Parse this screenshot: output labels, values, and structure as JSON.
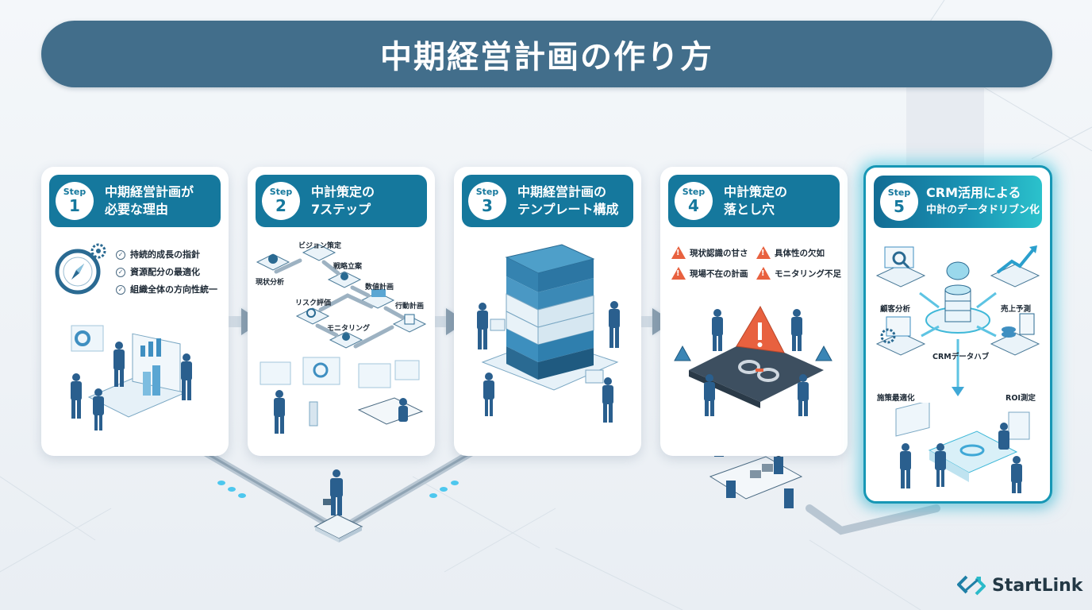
{
  "header": {
    "title": "中期経営計画の作り方"
  },
  "steps": [
    {
      "step_word": "Step",
      "number": "1",
      "title_line1": "中期経営計画が",
      "title_line2": "必要な理由",
      "points": [
        "持続的成長の指針",
        "資源配分の最適化",
        "組織全体の方向性統一"
      ]
    },
    {
      "step_word": "Step",
      "number": "2",
      "title_line1": "中計策定の",
      "title_line2": "7ステップ",
      "flow": [
        "現状分析",
        "ビジョン策定",
        "戦略立案",
        "数値計画",
        "行動計画",
        "リスク評価",
        "モニタリング"
      ]
    },
    {
      "step_word": "Step",
      "number": "3",
      "title_line1": "中期経営計画の",
      "title_line2": "テンプレート構成",
      "layers": 6
    },
    {
      "step_word": "Step",
      "number": "4",
      "title_line1": "中計策定の",
      "title_line2": "落とし穴",
      "pitfalls": [
        "現状認識の甘さ",
        "具体性の欠如",
        "現場不在の計画",
        "モニタリング不足"
      ]
    },
    {
      "step_word": "Step",
      "number": "5",
      "title_line1": "CRM活用による",
      "title_line2": "中計のデータドリブン化",
      "hub": "CRMデータハブ",
      "hub_items": [
        "顧客分析",
        "売上予測",
        "施策最適化",
        "ROI測定"
      ]
    }
  ],
  "icons": {
    "check": "✓",
    "warning": "!"
  },
  "colors": {
    "title_bar": "#426e8b",
    "step_header": "#15789d",
    "highlight_glow": "#3cc8e1",
    "warning": "#e8613f"
  },
  "brand": {
    "name": "StartLink"
  }
}
